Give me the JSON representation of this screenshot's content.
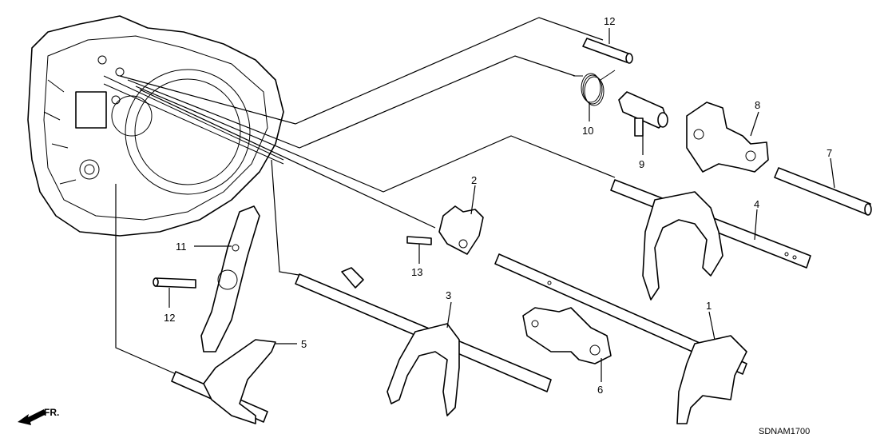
{
  "diagram": {
    "code": "SDNAM1700",
    "direction_label": "FR.",
    "callouts": [
      {
        "id": "1",
        "text": "1"
      },
      {
        "id": "2",
        "text": "2"
      },
      {
        "id": "3",
        "text": "3"
      },
      {
        "id": "4",
        "text": "4"
      },
      {
        "id": "5",
        "text": "5"
      },
      {
        "id": "6",
        "text": "6"
      },
      {
        "id": "7",
        "text": "7"
      },
      {
        "id": "8",
        "text": "8"
      },
      {
        "id": "9",
        "text": "9"
      },
      {
        "id": "10",
        "text": "10"
      },
      {
        "id": "11",
        "text": "11"
      },
      {
        "id": "12a",
        "text": "12"
      },
      {
        "id": "12b",
        "text": "12"
      },
      {
        "id": "13",
        "text": "13"
      }
    ]
  }
}
